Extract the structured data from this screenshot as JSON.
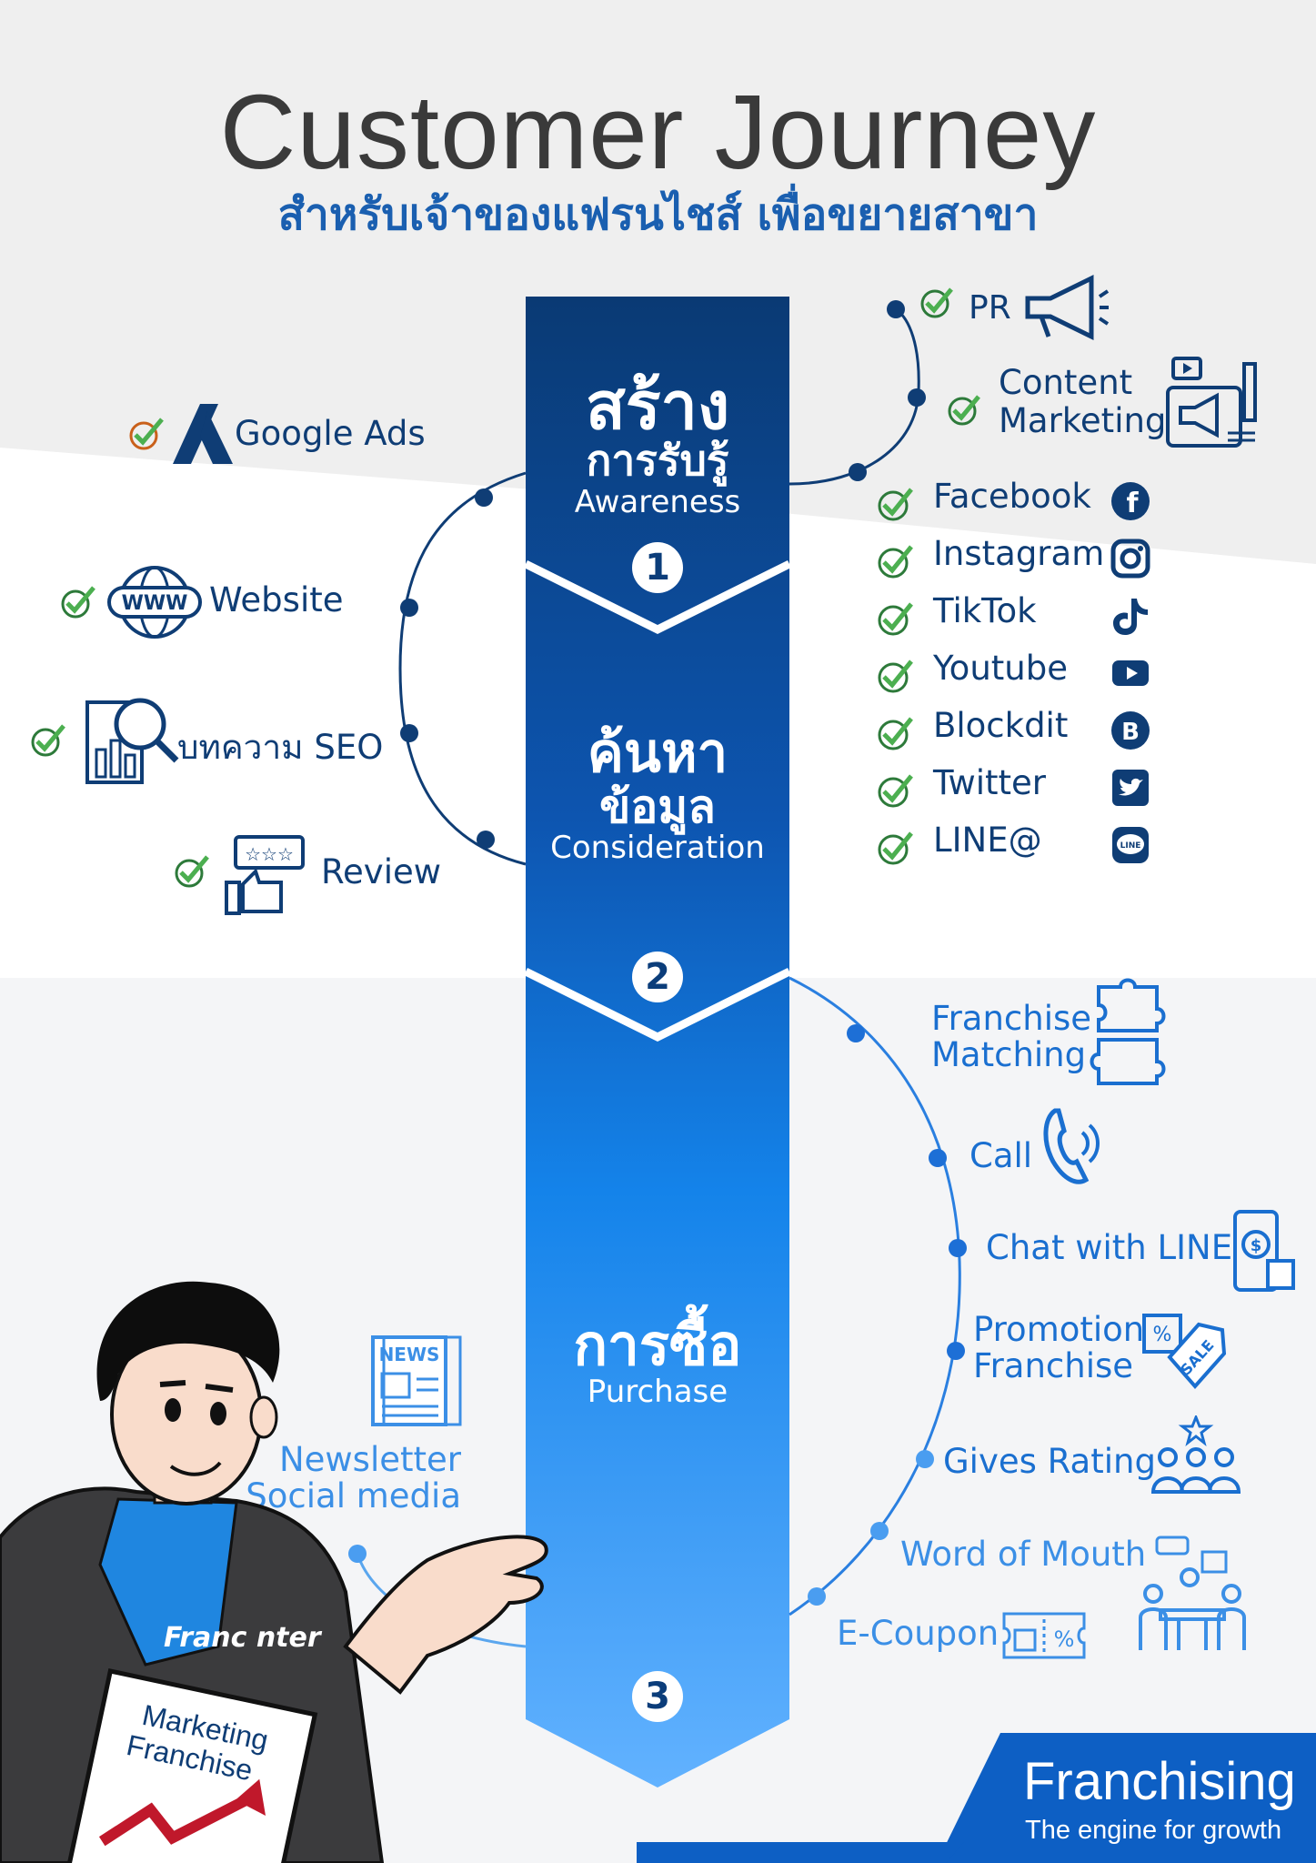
{
  "header": {
    "title": "Customer Journey",
    "subtitle": "สำหรับเจ้าของแฟรนไชส์ เพื่อขยายสาขา"
  },
  "stages": [
    {
      "number": "1",
      "thai_line1": "สร้าง",
      "thai_line2": "การรับรู้",
      "english": "Awareness"
    },
    {
      "number": "2",
      "thai_line1": "ค้นหา",
      "thai_line2": "ข้อมูล",
      "english": "Consideration"
    },
    {
      "number": "3",
      "thai_line1": "การซื้อ",
      "thai_line2": "",
      "english": "Purchase"
    }
  ],
  "awareness_top": [
    {
      "label": "PR",
      "icon": "megaphone-icon"
    },
    {
      "label_line1": "Content",
      "label_line2": "Marketing",
      "icon": "content-marketing-icon"
    }
  ],
  "social_channels": [
    {
      "label": "Facebook",
      "icon": "facebook-icon"
    },
    {
      "label": "Instagram",
      "icon": "instagram-icon"
    },
    {
      "label": "TikTok",
      "icon": "tiktok-icon"
    },
    {
      "label": "Youtube",
      "icon": "youtube-icon"
    },
    {
      "label": "Blockdit",
      "icon": "blockdit-icon"
    },
    {
      "label": "Twitter",
      "icon": "twitter-icon"
    },
    {
      "label": "LINE@",
      "icon": "line-icon"
    }
  ],
  "consideration_items": [
    {
      "label": "Google Ads",
      "icon": "google-ads-icon"
    },
    {
      "label": "Website",
      "icon": "www-icon"
    },
    {
      "label": "บทความ SEO",
      "icon": "seo-chart-icon"
    },
    {
      "label": "Review",
      "icon": "review-thumbs-up-icon"
    }
  ],
  "purchase_items": [
    {
      "label_line1": "Franchise",
      "label_line2": "Matching",
      "icon": "puzzle-icon"
    },
    {
      "label": "Call",
      "icon": "phone-icon"
    },
    {
      "label": "Chat with LINE",
      "icon": "mobile-shop-icon"
    },
    {
      "label_line1": "Promotion",
      "label_line2": "Franchise",
      "icon": "sale-tag-icon"
    },
    {
      "label": "Gives Rating",
      "icon": "rating-people-icon"
    },
    {
      "label": "Word of Mouth",
      "icon": "meeting-icon"
    },
    {
      "label": "E-Coupon",
      "icon": "coupon-icon"
    }
  ],
  "newsletter": {
    "label_line1": "Newsletter",
    "label_line2": "Social media",
    "icon": "news-icon",
    "badge": "NEWS"
  },
  "character": {
    "shirt_text": "Franc nter",
    "sign_line1": "Marketing",
    "sign_line2": "Franchise"
  },
  "footer": {
    "brand": "Franchising",
    "tagline": "The engine for growth"
  },
  "colors": {
    "dark_blue": "#0b3d7a",
    "mid_blue": "#0d63c7",
    "light_blue": "#5aaeff",
    "check_green": "#4caf50",
    "text_gray": "#3a3a3a"
  }
}
